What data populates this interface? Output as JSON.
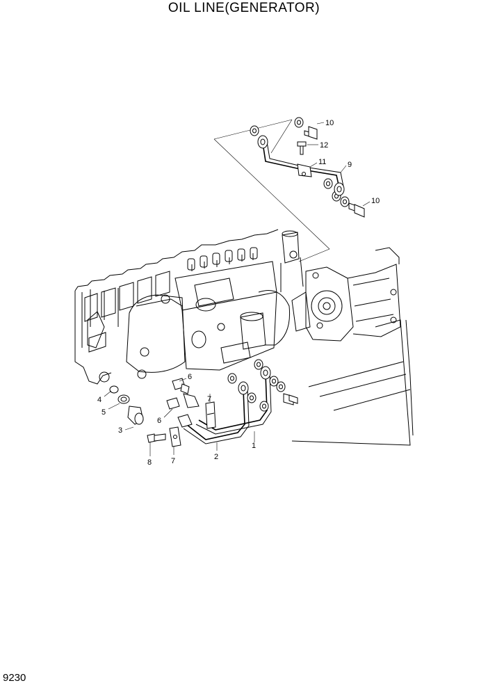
{
  "title": "OIL LINE(GENERATOR)",
  "page_code": "9230",
  "callouts": [
    "1",
    "2",
    "3",
    "4",
    "5",
    "6",
    "6",
    "7",
    "7",
    "8",
    "9",
    "10",
    "10",
    "11",
    "12"
  ]
}
